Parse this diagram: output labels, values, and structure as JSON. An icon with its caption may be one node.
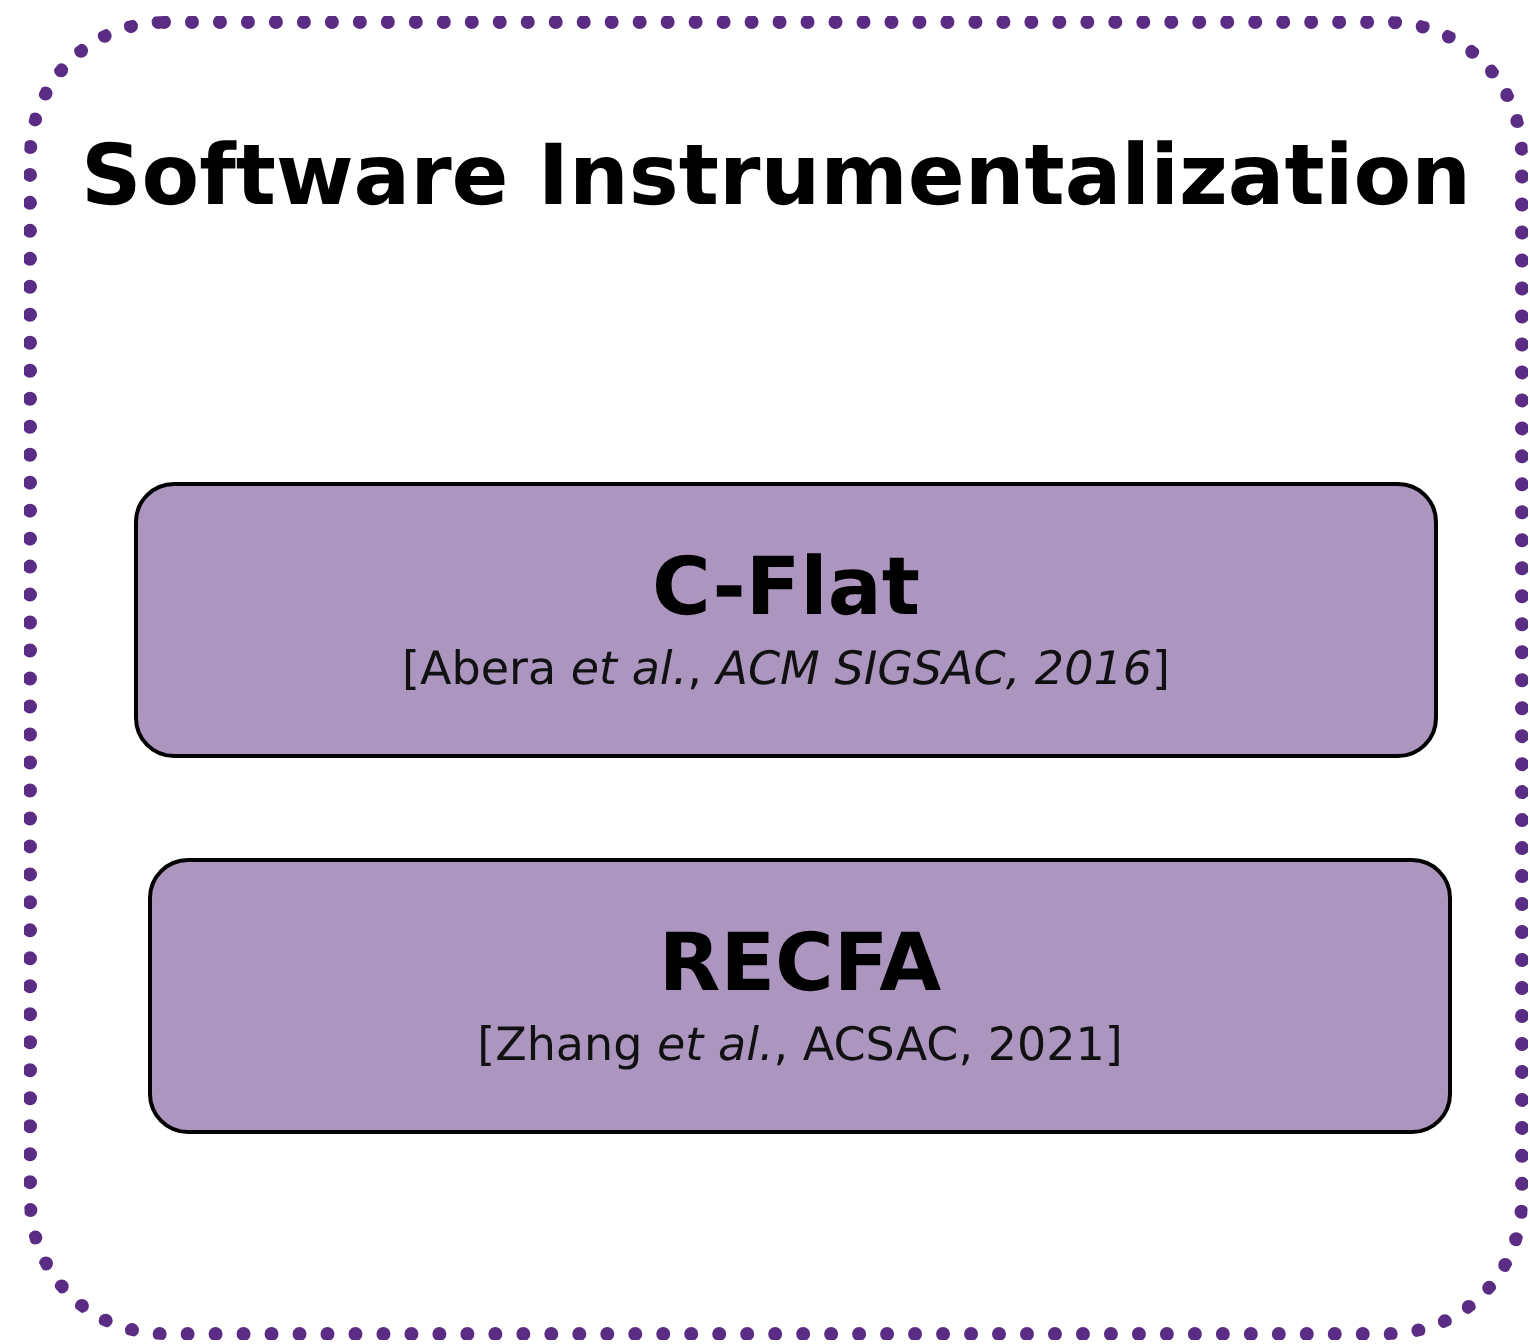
{
  "diagram": {
    "nodes": [
      {
        "text": [
          "Software Instrumentalization"
        ]
      },
      {
        "text": [
          "C-Flat",
          "[Abera *et al.*, *ACM SIGSAC, 2016*]"
        ],
        "in": 0
      },
      {
        "text": [
          "RECFA",
          "[Zhang *et al.*, ACSAC, 2021]"
        ],
        "in": 0
      }
    ]
  }
}
